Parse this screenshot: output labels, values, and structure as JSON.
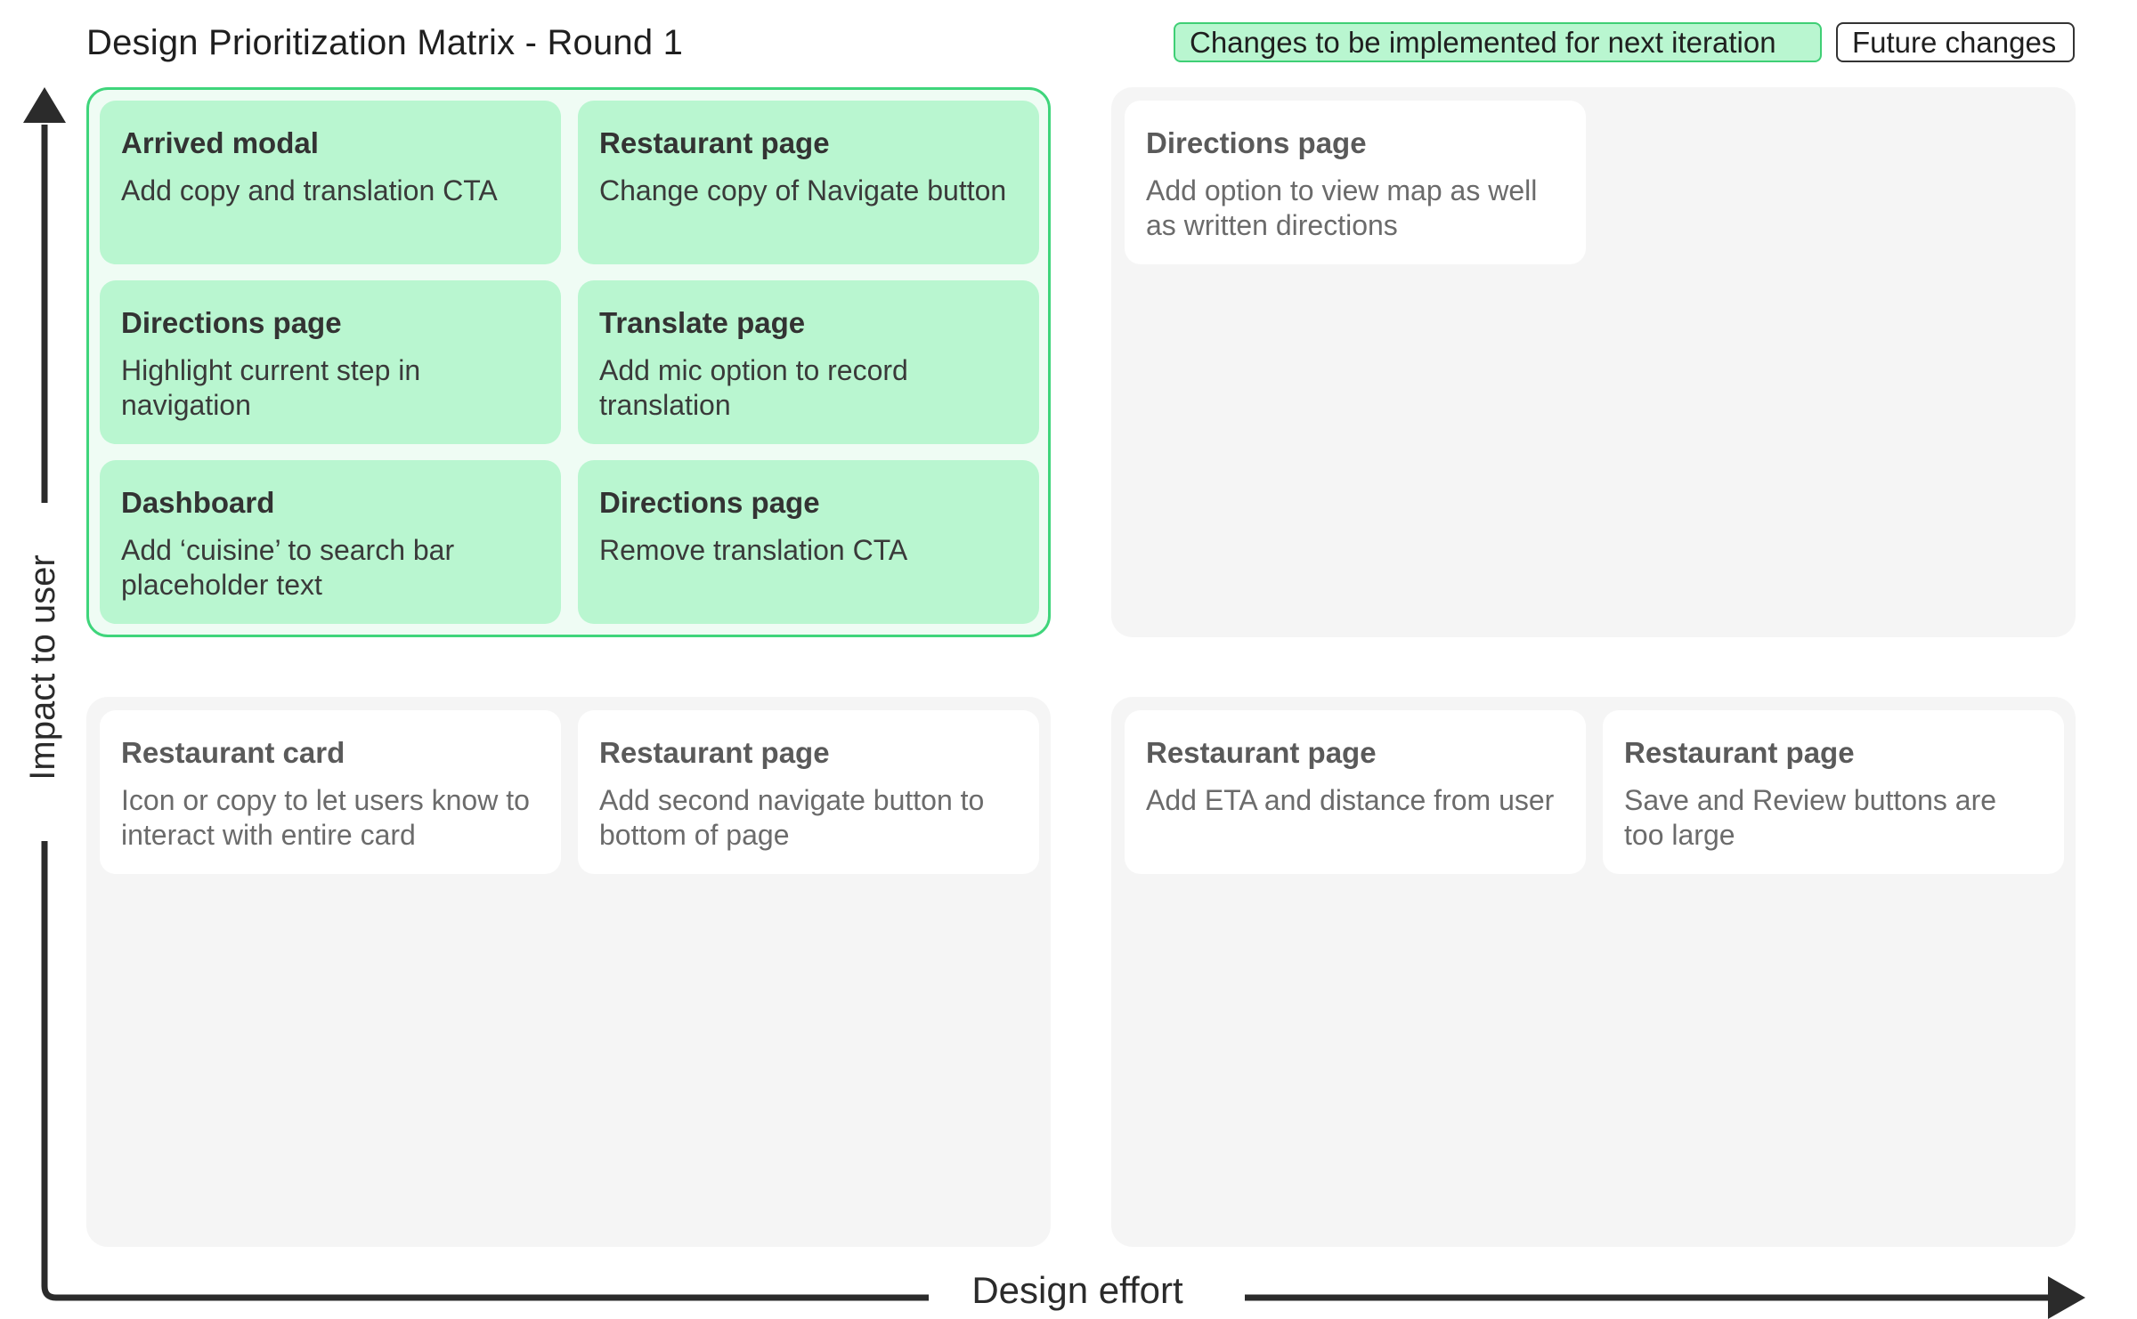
{
  "title": "Design Prioritization Matrix - Round 1",
  "legend": {
    "now_label": "Changes to be implemented for next iteration",
    "future_label": "Future changes",
    "now_color": "#b9f6d0",
    "now_border_color": "#3fcf75"
  },
  "axes": {
    "y_label": "Impact to user",
    "x_label": "Design effort"
  },
  "quadrants": {
    "high_impact_low_effort": {
      "cards": [
        {
          "title": "Arrived modal",
          "desc": "Add copy and translation CTA"
        },
        {
          "title": "Restaurant page",
          "desc": "Change copy of Navigate button"
        },
        {
          "title": "Directions page",
          "desc": "Highlight current step in navigation"
        },
        {
          "title": "Translate page",
          "desc": "Add mic option to record translation"
        },
        {
          "title": "Dashboard",
          "desc": "Add ‘cuisine’ to search bar placeholder text"
        },
        {
          "title": "Directions page",
          "desc": "Remove translation CTA"
        }
      ]
    },
    "high_impact_high_effort": {
      "cards": [
        {
          "title": "Directions page",
          "desc": "Add option to view map as well as written directions"
        }
      ]
    },
    "low_impact_low_effort": {
      "cards": [
        {
          "title": "Restaurant card",
          "desc": "Icon or copy to let users know to interact with entire card"
        },
        {
          "title": "Restaurant page",
          "desc": "Add second navigate button to bottom of page"
        }
      ]
    },
    "low_impact_high_effort": {
      "cards": [
        {
          "title": "Restaurant page",
          "desc": "Add ETA and distance from user"
        },
        {
          "title": "Restaurant page",
          "desc": "Save and Review buttons are too large"
        }
      ]
    }
  }
}
